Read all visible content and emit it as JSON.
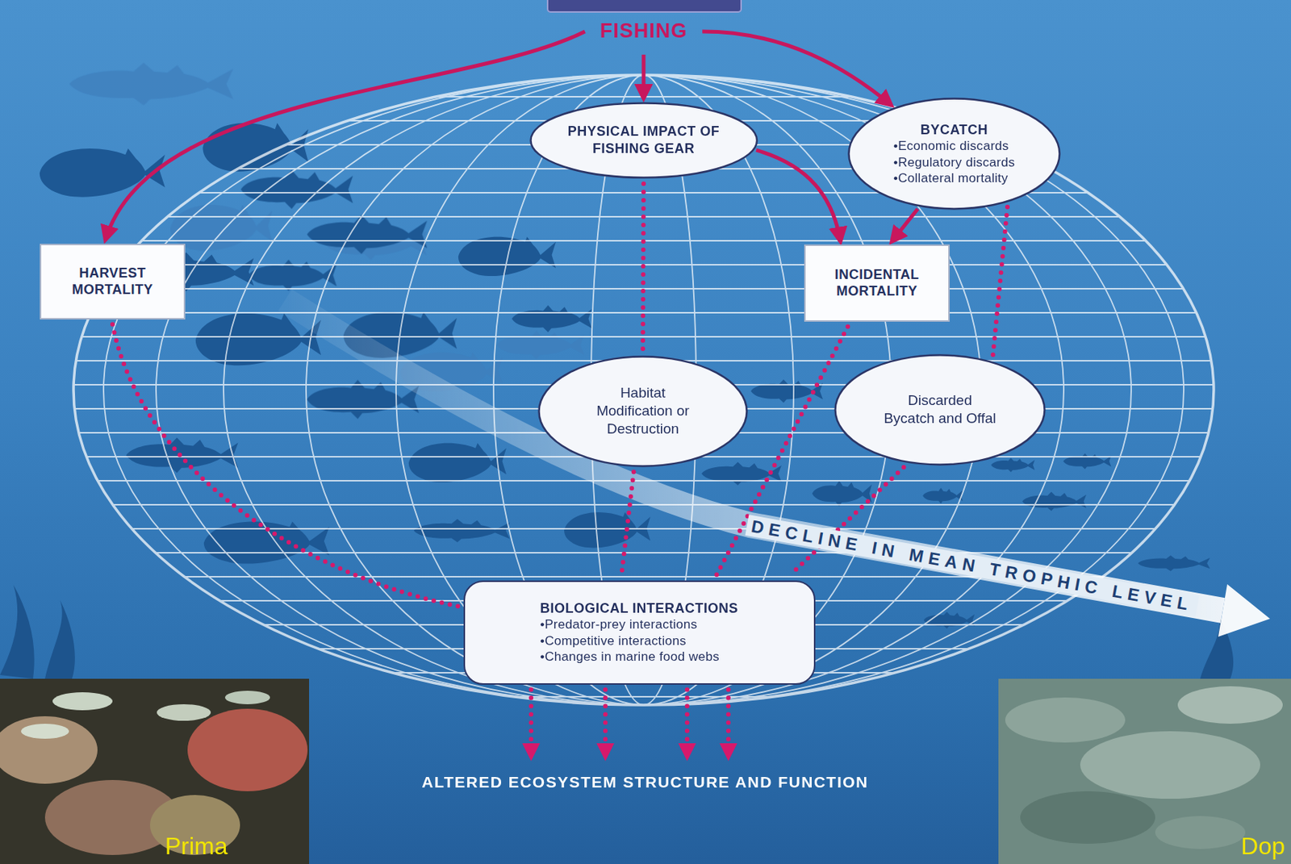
{
  "diagram": {
    "nodes": [
      {
        "text": [
          "FISHING"
        ]
      },
      {
        "text": [
          "PHYSICAL IMPACT OF FISHING GEAR"
        ]
      },
      {
        "text": [
          "BYCATCH",
          "•Economic discards",
          "•Regulatory discards",
          "•Collateral mortality"
        ]
      },
      {
        "text": [
          "HARVEST MORTALITY"
        ]
      },
      {
        "text": [
          "INCIDENTAL MORTALITY"
        ]
      },
      {
        "text": [
          "Habitat Modification or Destruction"
        ]
      },
      {
        "text": [
          "Discarded Bycatch and Offal"
        ]
      },
      {
        "text": [
          "BIOLOGICAL INTERACTIONS",
          "•Predator-prey interactions",
          "•Competitive interactions",
          "•Changes in marine food webs"
        ]
      },
      {
        "text": [
          "ALTERED ECOSYSTEM STRUCTURE AND FUNCTION"
        ]
      }
    ],
    "edges": [
      {
        "from": 0,
        "to": 3,
        "arrow": "to"
      },
      {
        "from": 0,
        "to": 1,
        "arrow": "to"
      },
      {
        "from": 0,
        "to": 2,
        "arrow": "to"
      },
      {
        "from": 1,
        "to": 4,
        "arrow": "to"
      },
      {
        "from": 2,
        "to": 4,
        "arrow": "to"
      },
      {
        "from": 1,
        "to": 5,
        "arrow": "none"
      },
      {
        "from": 2,
        "to": 6,
        "arrow": "none"
      },
      {
        "from": 3,
        "to": 7,
        "arrow": "none"
      },
      {
        "from": 5,
        "to": 7,
        "arrow": "none"
      },
      {
        "from": 4,
        "to": 7,
        "arrow": "none"
      },
      {
        "from": 6,
        "to": 7,
        "arrow": "none"
      },
      {
        "from": 7,
        "to": 8,
        "arrow": "to"
      },
      {
        "from": 7,
        "to": 8,
        "arrow": "to"
      },
      {
        "from": 7,
        "to": 8,
        "arrow": "to"
      },
      {
        "from": 7,
        "to": 8,
        "arrow": "to"
      }
    ],
    "labels": [
      "DECLINE IN MEAN TROPHIC LEVEL",
      "Prima",
      "Dop"
    ]
  }
}
